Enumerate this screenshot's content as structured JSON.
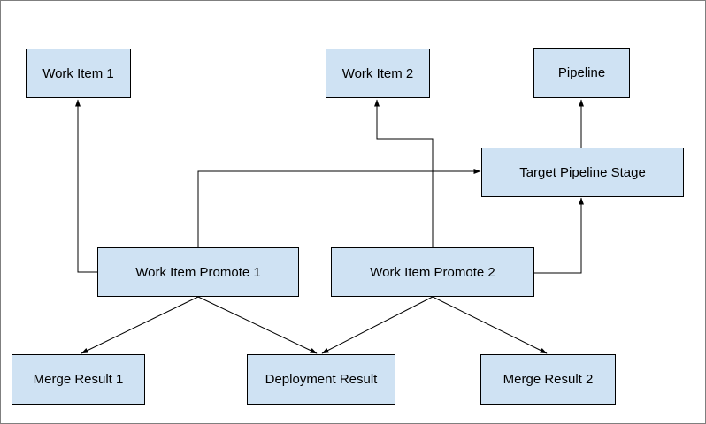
{
  "diagram": {
    "nodes": [
      {
        "id": "work-item-1",
        "label": "Work Item 1"
      },
      {
        "id": "work-item-2",
        "label": "Work Item 2"
      },
      {
        "id": "pipeline",
        "label": "Pipeline"
      },
      {
        "id": "target-pipeline-stage",
        "label": "Target Pipeline Stage"
      },
      {
        "id": "work-item-promote-1",
        "label": "Work Item Promote 1"
      },
      {
        "id": "work-item-promote-2",
        "label": "Work Item Promote 2"
      },
      {
        "id": "merge-result-1",
        "label": "Merge Result 1"
      },
      {
        "id": "deployment-result",
        "label": "Deployment Result"
      },
      {
        "id": "merge-result-2",
        "label": "Merge Result 2"
      }
    ],
    "edges": [
      {
        "from": "work-item-promote-1",
        "to": "work-item-1"
      },
      {
        "from": "work-item-promote-1",
        "to": "target-pipeline-stage"
      },
      {
        "from": "work-item-promote-2",
        "to": "work-item-2"
      },
      {
        "from": "work-item-promote-2",
        "to": "target-pipeline-stage"
      },
      {
        "from": "target-pipeline-stage",
        "to": "pipeline"
      },
      {
        "from": "work-item-promote-1",
        "to": "merge-result-1"
      },
      {
        "from": "work-item-promote-1",
        "to": "deployment-result"
      },
      {
        "from": "work-item-promote-2",
        "to": "deployment-result"
      },
      {
        "from": "work-item-promote-2",
        "to": "merge-result-2"
      }
    ],
    "colors": {
      "node_fill": "#cfe2f3",
      "node_border": "#000000",
      "edge": "#000000",
      "text": "#000000",
      "canvas_border": "#7f7f7f",
      "background": "#ffffff"
    }
  }
}
